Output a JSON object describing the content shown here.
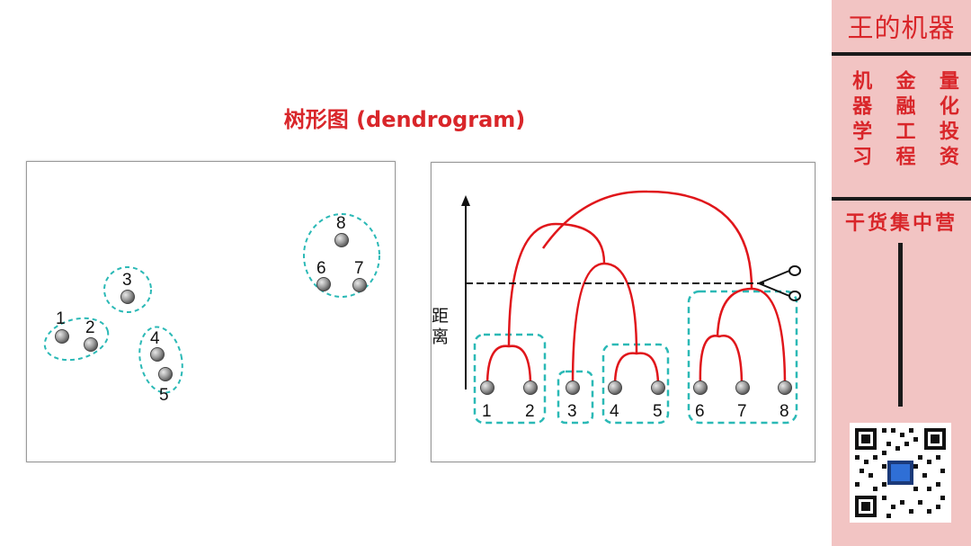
{
  "title": "树形图 (dendrogram)",
  "left_panel": {
    "points": [
      "1",
      "2",
      "3",
      "4",
      "5",
      "6",
      "7",
      "8"
    ],
    "cluster_color": "#2bb9b6"
  },
  "right_panel": {
    "axis_label": "距离",
    "leaves": [
      "1",
      "2",
      "3",
      "4",
      "5",
      "6",
      "7",
      "8"
    ],
    "branch_color": "#e0161b",
    "box_color": "#2bb9b6",
    "scissors_icon": "scissors-icon"
  },
  "sidebar": {
    "brand": "王的机器",
    "columns": [
      "机器学习",
      "金融工程",
      "量化投资"
    ],
    "slogan": "干货集中营",
    "qr_icon": "qr-code-icon"
  }
}
